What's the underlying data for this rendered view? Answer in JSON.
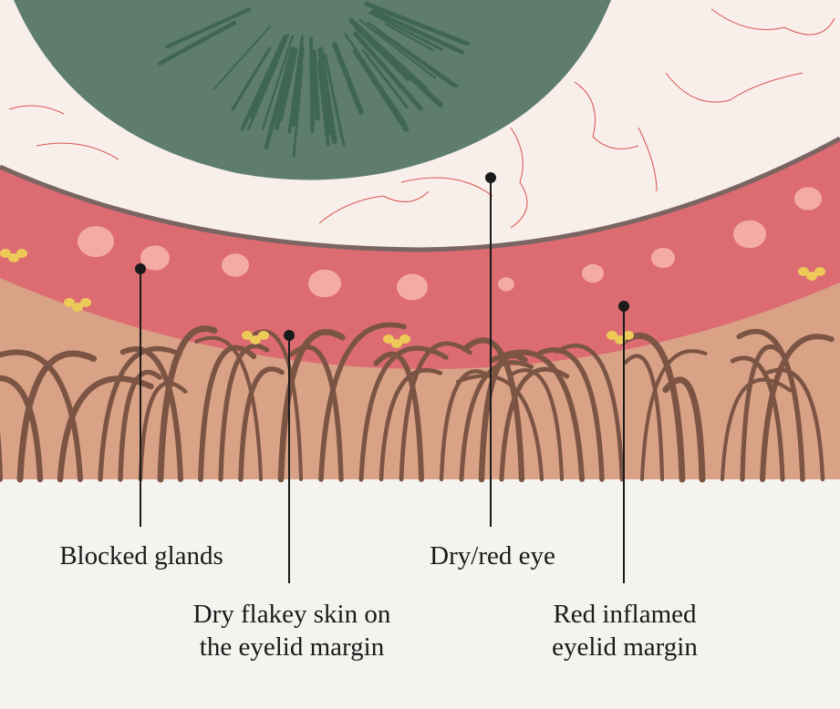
{
  "labels": {
    "blocked_glands": "Blocked glands",
    "dry_skin_line1": "Dry flakey skin on",
    "dry_skin_line2": "the eyelid margin",
    "dry_red_eye": "Dry/red eye",
    "inflamed_line1": "Red inflamed",
    "inflamed_line2": "eyelid margin"
  },
  "colors": {
    "background": "#f5f3ef",
    "sclera": "#f8efeb",
    "iris": "#5e7d6d",
    "iris_dark": "#3f6654",
    "eyelid_margin": "#dd6b72",
    "gland": "#f4aaa5",
    "skin": "#d9a286",
    "lash": "#7b5444",
    "flake": "#edca58",
    "vein": "#d9534f"
  }
}
